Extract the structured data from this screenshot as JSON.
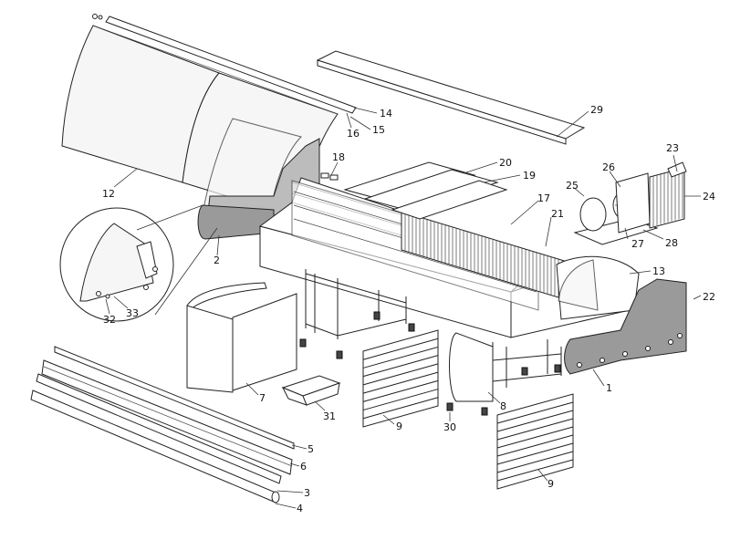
{
  "callouts": [
    {
      "id": "c1",
      "text": "1"
    },
    {
      "id": "c2",
      "text": "2"
    },
    {
      "id": "c3",
      "text": "3"
    },
    {
      "id": "c4",
      "text": "4"
    },
    {
      "id": "c5",
      "text": "5"
    },
    {
      "id": "c6",
      "text": "6"
    },
    {
      "id": "c7",
      "text": "7"
    },
    {
      "id": "c8",
      "text": "8"
    },
    {
      "id": "c9a",
      "text": "9"
    },
    {
      "id": "c9b",
      "text": "9"
    },
    {
      "id": "c12",
      "text": "12"
    },
    {
      "id": "c13",
      "text": "13"
    },
    {
      "id": "c14",
      "text": "14"
    },
    {
      "id": "c15",
      "text": "15"
    },
    {
      "id": "c16",
      "text": "16"
    },
    {
      "id": "c17",
      "text": "17"
    },
    {
      "id": "c18",
      "text": "18"
    },
    {
      "id": "c19",
      "text": "19"
    },
    {
      "id": "c20",
      "text": "20"
    },
    {
      "id": "c21",
      "text": "21"
    },
    {
      "id": "c22",
      "text": "22"
    },
    {
      "id": "c23",
      "text": "23"
    },
    {
      "id": "c24",
      "text": "24"
    },
    {
      "id": "c25",
      "text": "25"
    },
    {
      "id": "c26",
      "text": "26"
    },
    {
      "id": "c27",
      "text": "27"
    },
    {
      "id": "c28",
      "text": "28"
    },
    {
      "id": "c29",
      "text": "29"
    },
    {
      "id": "c30",
      "text": "30"
    },
    {
      "id": "c31",
      "text": "31"
    },
    {
      "id": "c32",
      "text": "32"
    },
    {
      "id": "c33",
      "text": "33"
    }
  ],
  "colors": {
    "line": "#222222",
    "panel_gray": "#9a9a9a",
    "background": "#ffffff"
  }
}
